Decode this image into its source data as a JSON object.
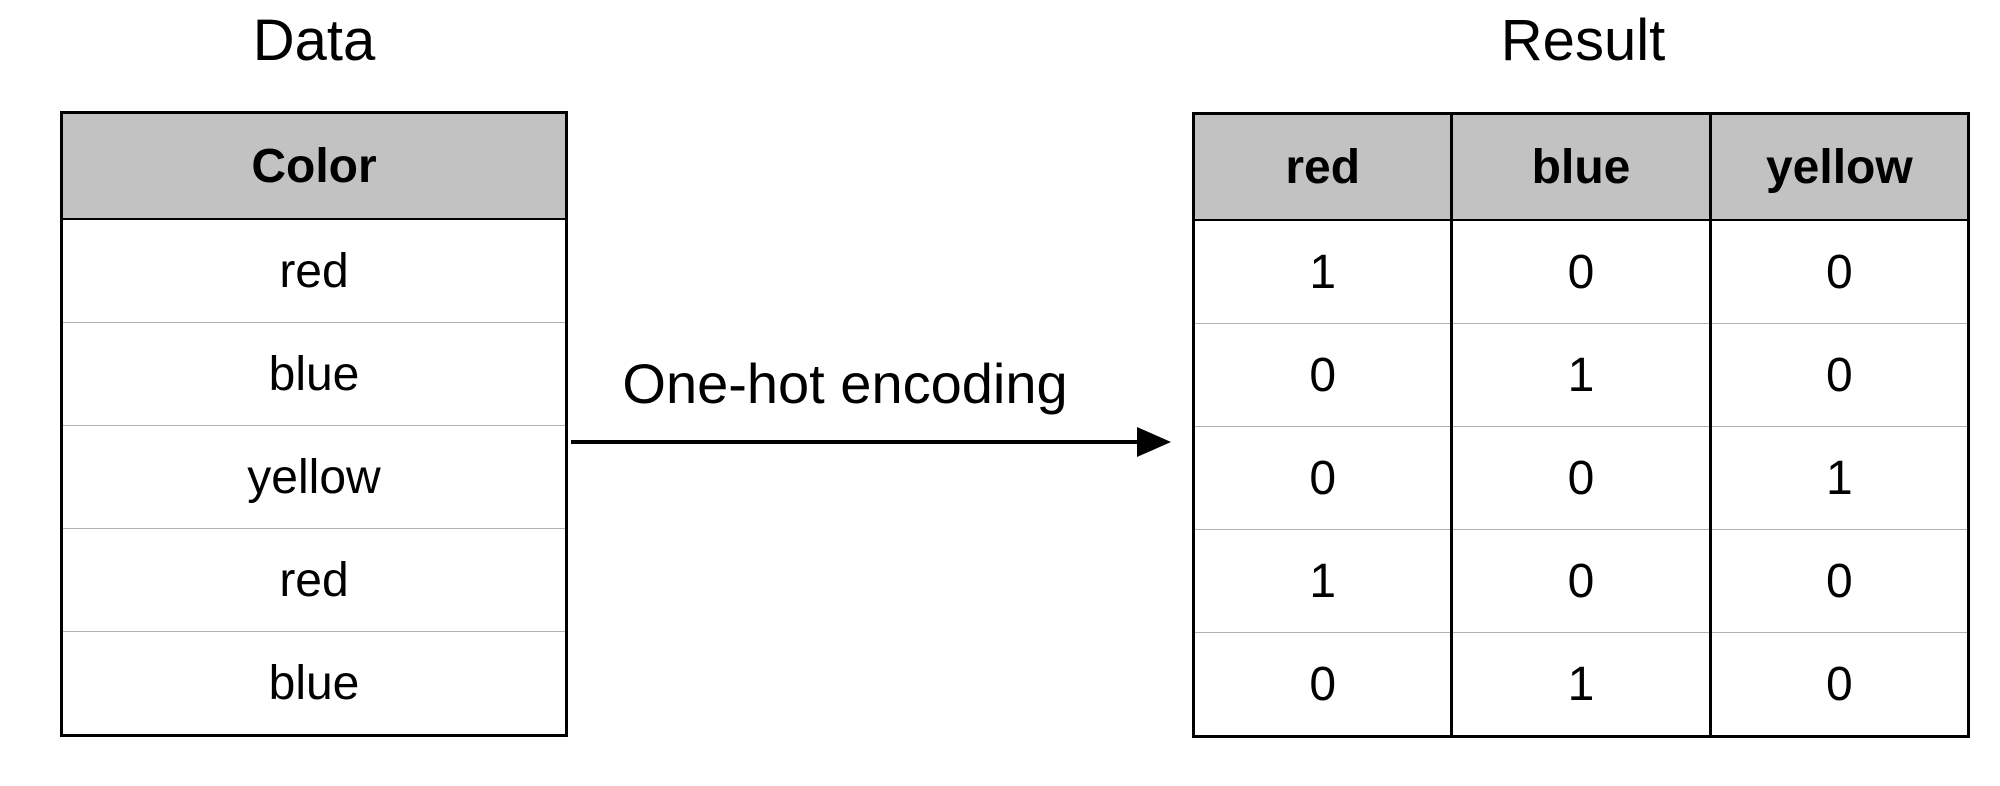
{
  "data_table": {
    "title": "Data",
    "header": "Color",
    "rows": [
      "red",
      "blue",
      "yellow",
      "red",
      "blue"
    ]
  },
  "arrow": {
    "label": "One-hot encoding"
  },
  "result_table": {
    "title": "Result",
    "headers": [
      "red",
      "blue",
      "yellow"
    ],
    "rows": [
      [
        "1",
        "0",
        "0"
      ],
      [
        "0",
        "1",
        "0"
      ],
      [
        "0",
        "0",
        "1"
      ],
      [
        "1",
        "0",
        "0"
      ],
      [
        "0",
        "1",
        "0"
      ]
    ]
  }
}
